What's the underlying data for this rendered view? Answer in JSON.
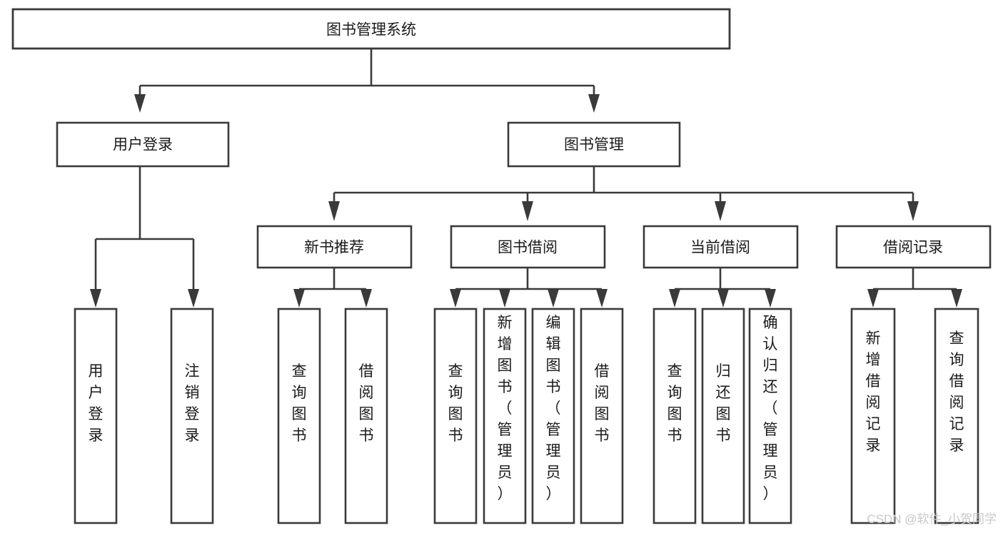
{
  "diagram": {
    "title": "图书管理系统",
    "type": "tree-hierarchy",
    "levels": 4,
    "colors": {
      "stroke": "#3a3a3a",
      "box_fill": "#ffffff",
      "text": "#1a1a1a",
      "background": "#ffffff",
      "watermark": "#c9c9c9"
    },
    "nodes": {
      "root": {
        "label": "图书管理系统"
      },
      "level2": [
        {
          "id": "user-login",
          "label": "用户登录"
        },
        {
          "id": "book-manage",
          "label": "图书管理"
        }
      ],
      "level3": [
        {
          "id": "new-book-recommend",
          "label": "新书推荐"
        },
        {
          "id": "book-borrow",
          "label": "图书借阅"
        },
        {
          "id": "current-borrow",
          "label": "当前借阅"
        },
        {
          "id": "borrow-record",
          "label": "借阅记录"
        }
      ],
      "leaves": {
        "user_login": [
          {
            "id": "leaf-user-login",
            "lines": [
              "用",
              "户",
              "登",
              "录"
            ]
          },
          {
            "id": "leaf-logout",
            "lines": [
              "注",
              "销",
              "登",
              "录"
            ]
          }
        ],
        "new_book_recommend": [
          {
            "id": "leaf-query-book-1",
            "lines": [
              "查",
              "询",
              "图",
              "书"
            ]
          },
          {
            "id": "leaf-borrow-book-1",
            "lines": [
              "借",
              "阅",
              "图",
              "书"
            ]
          }
        ],
        "book_borrow": [
          {
            "id": "leaf-query-book-2",
            "lines": [
              "查",
              "询",
              "图",
              "书"
            ]
          },
          {
            "id": "leaf-add-book-admin",
            "lines": [
              "新",
              "增",
              "图",
              "书",
              "（",
              "管",
              "理",
              "员",
              "）"
            ]
          },
          {
            "id": "leaf-edit-book-admin",
            "lines": [
              "编",
              "辑",
              "图",
              "书",
              "（",
              "管",
              "理",
              "员",
              "）"
            ]
          },
          {
            "id": "leaf-borrow-book-2",
            "lines": [
              "借",
              "阅",
              "图",
              "书"
            ]
          }
        ],
        "current_borrow": [
          {
            "id": "leaf-query-book-3",
            "lines": [
              "查",
              "询",
              "图",
              "书"
            ]
          },
          {
            "id": "leaf-return-book",
            "lines": [
              "归",
              "还",
              "图",
              "书"
            ]
          },
          {
            "id": "leaf-confirm-return-admin",
            "lines": [
              "确",
              "认",
              "归",
              "还",
              "（",
              "管",
              "理",
              "员",
              "）"
            ]
          }
        ],
        "borrow_record": [
          {
            "id": "leaf-add-borrow-record",
            "lines": [
              "新",
              "增",
              "借",
              "阅",
              "记",
              "录"
            ]
          },
          {
            "id": "leaf-query-borrow-record",
            "lines": [
              "查",
              "询",
              "借",
              "阅",
              "记",
              "录"
            ]
          }
        ]
      }
    },
    "watermark": "CSDN @软件_小贺同学"
  }
}
